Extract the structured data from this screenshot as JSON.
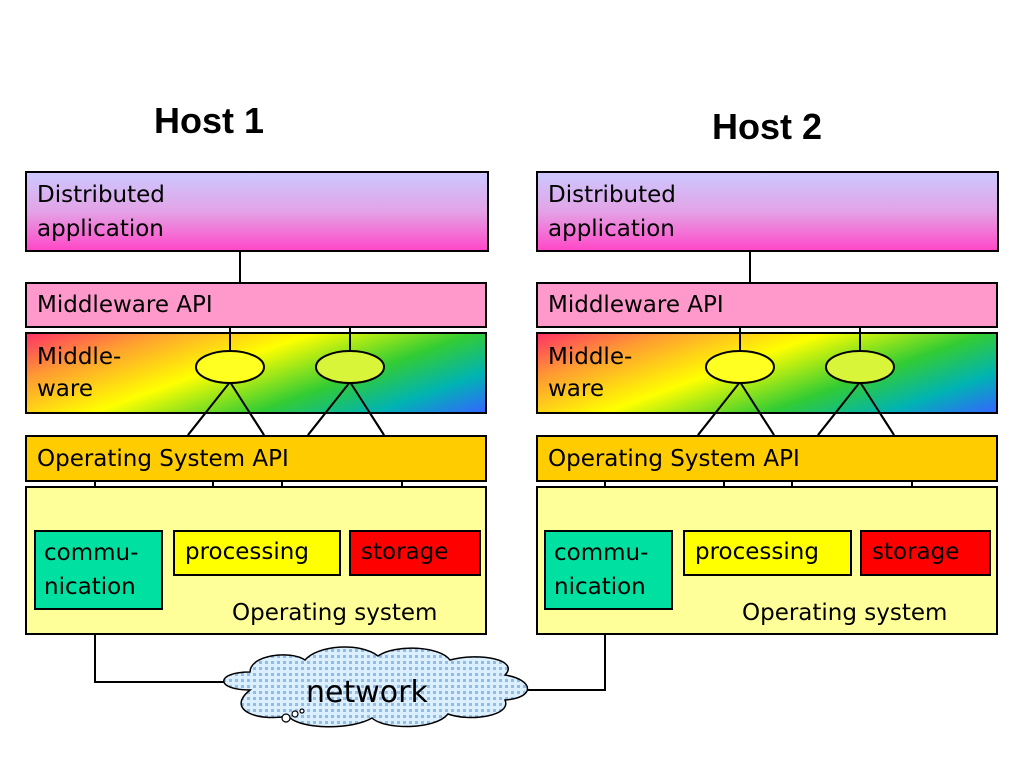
{
  "hosts": [
    {
      "title": "Host 1",
      "app": [
        "Distributed",
        "application"
      ],
      "middleware_api": "Middleware API",
      "middleware": [
        "Middle-",
        "ware"
      ],
      "os_api": "Operating System API",
      "communication": [
        "commu-",
        "nication"
      ],
      "processing": "processing",
      "storage": "storage",
      "os": "Operating system"
    },
    {
      "title": "Host 2",
      "app": [
        "Distributed",
        "application"
      ],
      "middleware_api": "Middleware API",
      "middleware": [
        "Middle-",
        "ware"
      ],
      "os_api": "Operating System API",
      "communication": [
        "commu-",
        "nication"
      ],
      "processing": "processing",
      "storage": "storage",
      "os": "Operating system"
    }
  ],
  "network": "network",
  "colors": {
    "application_top": "#ccc8ff",
    "application_bottom": "#ff48c8",
    "middleware_api": "#ff99cc",
    "os_api": "#ffcc00",
    "operating_system": "#ffff99",
    "communication": "#00e0a0",
    "processing": "#ffff00",
    "storage": "#ff0000",
    "network_cloud": "#b5d7f4"
  }
}
